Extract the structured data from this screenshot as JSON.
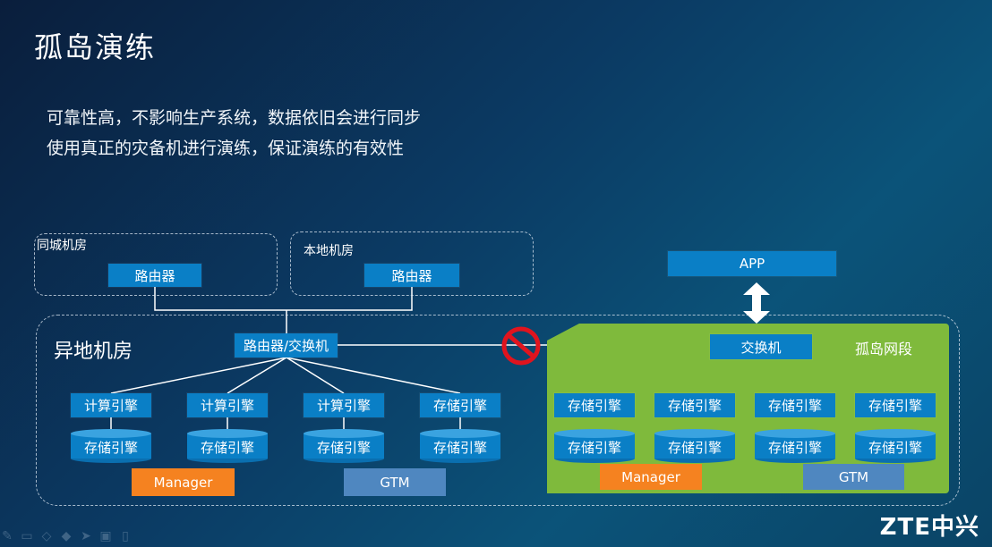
{
  "slide": {
    "title": "孤岛演练",
    "lines": [
      "可靠性高，不影响生产系统，数据依旧会进行同步",
      "使用真正的灾备机进行演练，保证演练的有效性"
    ]
  },
  "diagram": {
    "same_city_room": {
      "label": "同城机房",
      "router": "路由器"
    },
    "local_room": {
      "label": "本地机房",
      "router": "路由器"
    },
    "remote_room": {
      "label": "异地机房",
      "core_switch": "路由器/交换机",
      "engines": [
        "计算引擎",
        "计算引擎",
        "计算引擎",
        "存储引擎"
      ],
      "storages": [
        "存储引擎",
        "存储引擎",
        "存储引擎",
        "存储引擎"
      ],
      "manager": "Manager",
      "gtm": "GTM"
    },
    "island": {
      "label": "孤岛网段",
      "switch": "交换机",
      "app": "APP",
      "engines": [
        "存储引擎",
        "存储引擎",
        "存储引擎",
        "存储引擎"
      ],
      "storages": [
        "存储引擎",
        "存储引擎",
        "存储引擎",
        "存储引擎"
      ],
      "manager": "Manager",
      "gtm": "GTM"
    },
    "colors": {
      "box_blue": "#0a7fc6",
      "island_green": "#7fba3c",
      "manager_orange": "#f58220",
      "gtm_blue": "#4f87c0",
      "block_red": "#e0141e"
    }
  },
  "logo": {
    "text": "ZTE中兴"
  },
  "toolbar": {
    "icons": [
      "pen-icon",
      "screen-icon",
      "eraser-icon",
      "highlighter-icon",
      "pointer-icon",
      "camera-icon",
      "phone-icon"
    ]
  }
}
